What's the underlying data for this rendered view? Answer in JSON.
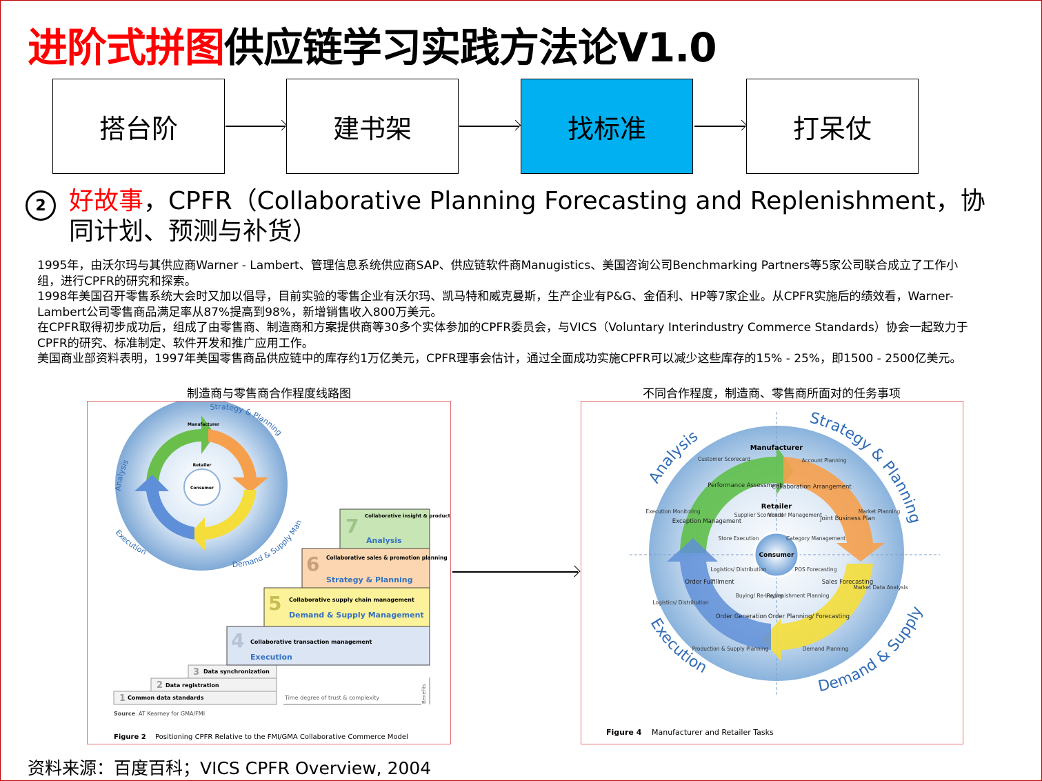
{
  "title": {
    "red": "进阶式拼图",
    "rest": "供应链学习实践方法论V1.0"
  },
  "steps": [
    "搭台阶",
    "建书架",
    "找标准",
    "打呆仗"
  ],
  "section": {
    "number": "2",
    "highlight": "好故事",
    "heading": "，CPFR（Collaborative Planning Forecasting and Replenishment，协同计划、预测与补货）"
  },
  "paragraphs": [
    "1995年，由沃尔玛与其供应商Warner - Lambert、管理信息系统供应商SAP、供应链软件商Manugistics、美国咨询公司Benchmarking Partners等5家公司联合成立了工作小组，进行CPFR的研究和探索。",
    "1998年美国召开零售系统大会时又加以倡导，目前实验的零售企业有沃尔玛、凯马特和威克曼斯，生产企业有P&G、金佰利、HP等7家企业。从CPFR实施后的绩效看，Warner-Lambert公司零售商品满足率从87%提高到98%，新增销售收入800万美元。",
    "在CPFR取得初步成功后，组成了由零售商、制造商和方案提供商等30多个实体参加的CPFR委员会，与VICS（Voluntary Interindustry Commerce Standards）协会一起致力于CPFR的研究、标准制定、软件开发和推广应用工作。",
    "美国商业部资料表明，1997年美国零售商品供应链中的库存约1万亿美元，CPFR理事会估计，通过全面成功实施CPFR可以减少这些库存的15% - 25%，即1500 - 2500亿美元。"
  ],
  "figures": {
    "left": {
      "caption": "制造商与零售商合作程度线路图",
      "ring": {
        "analysis": "Analysis",
        "strategy": "Strategy & Planning",
        "execution": "Execution",
        "demand": "Demand & Supply Management",
        "manufacturer": "Manufacturer",
        "retailer": "Retailer",
        "consumer": "Consumer"
      },
      "stairs": [
        {
          "num": "1",
          "text": "Common data standards",
          "sub": ""
        },
        {
          "num": "2",
          "text": "Data registration",
          "sub": ""
        },
        {
          "num": "3",
          "text": "Data synchronization",
          "sub": ""
        },
        {
          "num": "4",
          "text": "Collaborative transaction management",
          "sub": "Execution"
        },
        {
          "num": "5",
          "text": "Collaborative supply chain management",
          "sub": "Demand & Supply Management"
        },
        {
          "num": "6",
          "text": "Collaborative sales & promotion planning",
          "sub": "Strategy & Planning"
        },
        {
          "num": "7",
          "text": "Collaborative insight & product development",
          "sub": "Analysis"
        }
      ],
      "axis_x": "Time degree of trust & complexity",
      "axis_y": "Benefits",
      "source_label": "Source",
      "source_text": "AT Kearney for GMA/FMI",
      "figure_label": "Figure 2",
      "figure_title": "Positioning CPFR Relative to the FMI/GMA Collaborative Commerce Model"
    },
    "right": {
      "caption": "不同合作程度，制造商、零售商所面对的任务事项",
      "outer": {
        "analysis": "Analysis",
        "strategy": "Strategy & Planning",
        "execution": "Execution",
        "demand": "Demand & Supply Management"
      },
      "manufacturer": "Manufacturer",
      "retailer": "Retailer",
      "consumer": "Consumer",
      "tasks": {
        "customer_scorecard": "Customer Scorecard",
        "account_planning": "Account Planning",
        "performance_assessment": "Performance Assessment",
        "collaboration_arrangement": "Collaboration Arrangement",
        "execution_monitoring": "Execution Monitoring",
        "exception_management": "Exception Management",
        "supplier_scorecard": "Supplier Scorecard",
        "vendor_management": "Vendor Management",
        "joint_business_plan": "Joint Business Plan",
        "market_planning": "Market Planning",
        "store_execution": "Store Execution",
        "category_management": "Category Management",
        "logistics_distribution_inner": "Logistics/ Distribution",
        "pos_forecasting": "POS Forecasting",
        "order_fulfillment": "Order Fulfillment",
        "sales_forecasting": "Sales Forecasting",
        "market_data_analysis": "Market Data Analysis",
        "logistics_distribution_outer": "Logistics/ Distribution",
        "buying_rebuying": "Buying/ Re-buying",
        "replenishment_planning": "Replenishment Planning",
        "order_generation": "Order Generation",
        "order_planning_forecasting": "Order Planning/ Forecasting",
        "production_supply_planning": "Production & Supply Planning",
        "demand_planning": "Demand Planning"
      },
      "figure_label": "Figure 4",
      "figure_title": "Manufacturer and Retailer Tasks"
    }
  },
  "source": "资料来源：百度百科；VICS CPFR Overview, 2004",
  "colors": {
    "red": "#ff0000",
    "active_step": "#00b0f0",
    "frame": "#c00000"
  }
}
